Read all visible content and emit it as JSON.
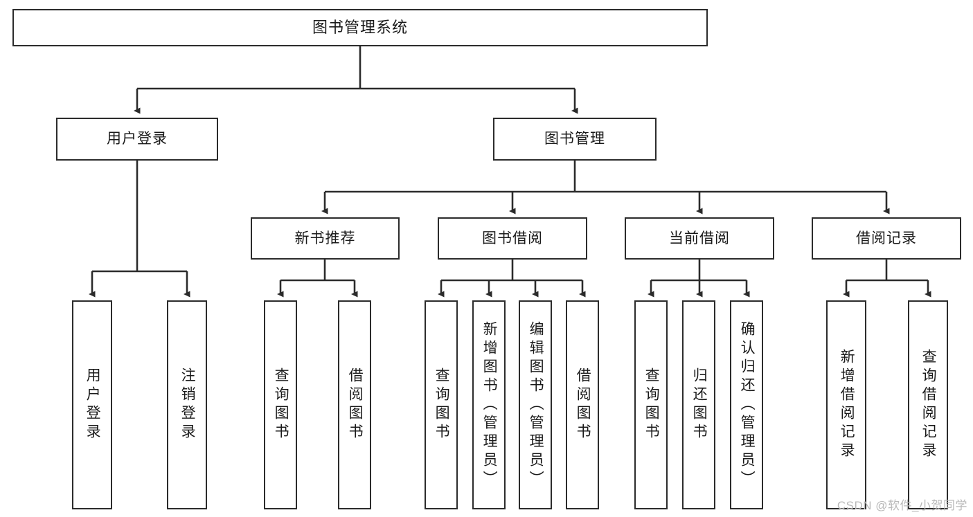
{
  "diagram": {
    "title": "图书管理系统",
    "type": "tree-hierarchy",
    "style": {
      "box_border_color": "#2b2b2b",
      "box_fill_color": "#ffffff",
      "connector_color": "#2b2b2b",
      "text_color": "#1a1a1a",
      "background_color": "#ffffff",
      "watermark_color": "#b9b9b9"
    },
    "nodes": {
      "root": {
        "label": "图书管理系统"
      },
      "level2": [
        {
          "id": "user-login",
          "label": "用户登录"
        },
        {
          "id": "book-management",
          "label": "图书管理"
        }
      ],
      "level3": [
        {
          "id": "new-book-recommend",
          "label": "新书推荐"
        },
        {
          "id": "book-borrow",
          "label": "图书借阅"
        },
        {
          "id": "current-borrow",
          "label": "当前借阅"
        },
        {
          "id": "borrow-record",
          "label": "借阅记录"
        }
      ],
      "leaves": [
        {
          "id": "user-login-leaf",
          "label": "用户登录",
          "parent": "user-login"
        },
        {
          "id": "logout-leaf",
          "label": "注销登录",
          "parent": "user-login"
        },
        {
          "id": "query-book-recommend",
          "label": "查询图书",
          "parent": "new-book-recommend"
        },
        {
          "id": "borrow-book-recommend",
          "label": "借阅图书",
          "parent": "new-book-recommend"
        },
        {
          "id": "query-book-borrow",
          "label": "查询图书",
          "parent": "book-borrow"
        },
        {
          "id": "add-book-admin",
          "label": "新增图书（管理员）",
          "parent": "book-borrow"
        },
        {
          "id": "edit-book-admin",
          "label": "编辑图书（管理员）",
          "parent": "book-borrow"
        },
        {
          "id": "borrow-book",
          "label": "借阅图书",
          "parent": "book-borrow"
        },
        {
          "id": "query-book-current",
          "label": "查询图书",
          "parent": "current-borrow"
        },
        {
          "id": "return-book",
          "label": "归还图书",
          "parent": "current-borrow"
        },
        {
          "id": "confirm-return-admin",
          "label": "确认归还（管理员）",
          "parent": "current-borrow"
        },
        {
          "id": "add-borrow-record",
          "label": "新增借阅记录",
          "parent": "borrow-record"
        },
        {
          "id": "query-borrow-record",
          "label": "查询借阅记录",
          "parent": "borrow-record"
        }
      ]
    },
    "watermark": "CSDN @软件_小贺同学"
  }
}
